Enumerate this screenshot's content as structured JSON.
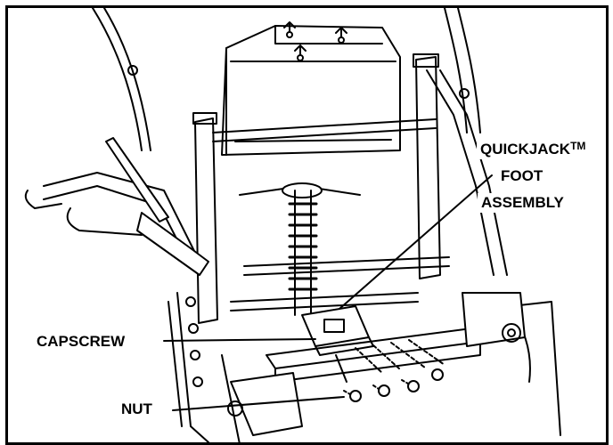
{
  "labels": {
    "quickjack_main": "QUICKJACK",
    "quickjack_sup": "TM",
    "foot": "FOOT",
    "assembly": "ASSEMBLY",
    "capscrew": "CAPSCREW",
    "nut": "NUT"
  },
  "colors": {
    "line": "#000000",
    "background": "#ffffff"
  }
}
